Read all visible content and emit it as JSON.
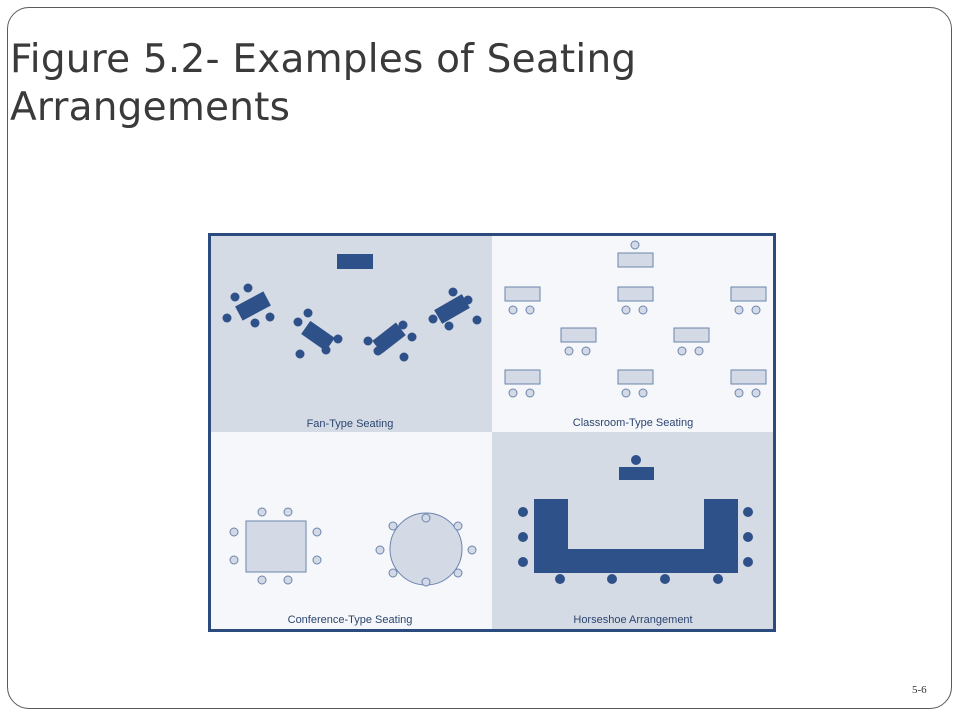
{
  "slide": {
    "title": "Figure 5.2- Examples of Seating Arrangements",
    "number": "5-6"
  },
  "figure": {
    "panels": [
      {
        "label": "Fan-Type Seating"
      },
      {
        "label": "Classroom-Type Seating"
      },
      {
        "label": "Conference-Type Seating"
      },
      {
        "label": "Horseshoe Arrangement"
      }
    ]
  },
  "colors": {
    "dark_blue": "#2f5189",
    "light_fill": "#d3dae6",
    "panel_gray": "#d5dbe5",
    "panel_white": "#f6f7fa",
    "outline": "#6b84ad",
    "frame_border": "#2b4a7e"
  }
}
